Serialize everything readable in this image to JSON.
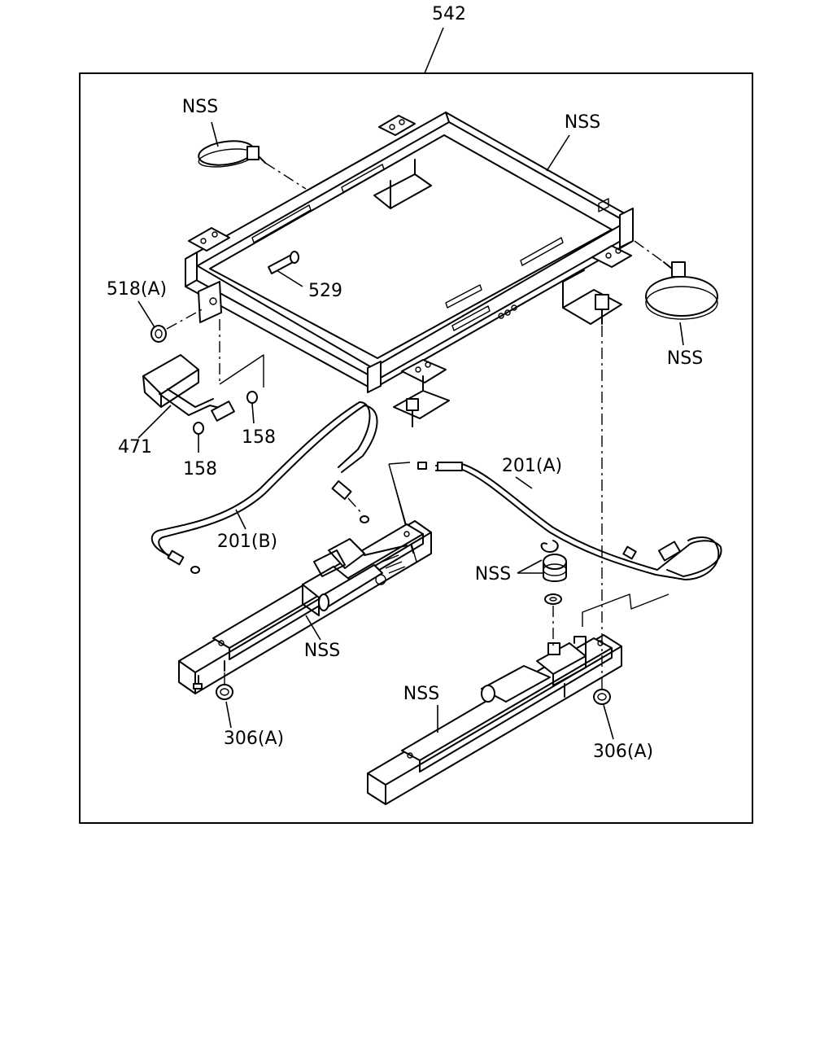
{
  "diagram": {
    "assembly_label": "542",
    "callouts": {
      "nss_strap_left": "NSS",
      "nss_frame": "NSS",
      "nss_strap_right": "NSS",
      "part_518a": "518(A)",
      "part_529": "529",
      "part_471": "471",
      "part_158_upper": "158",
      "part_158_lower": "158",
      "part_201a": "201(A)",
      "part_201b": "201(B)",
      "nss_bushing": "NSS",
      "nss_left_rail": "NSS",
      "nss_right_rail": "NSS",
      "part_306a_left": "306(A)",
      "part_306a_right": "306(A)"
    }
  }
}
